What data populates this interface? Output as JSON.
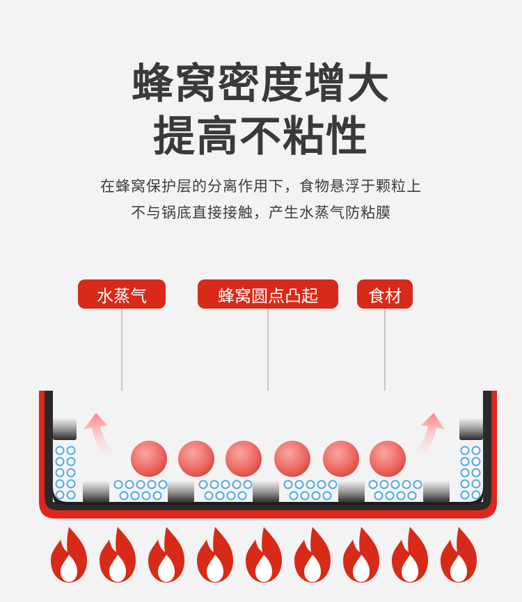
{
  "headline": {
    "line1": "蜂窝密度增大",
    "line2": "提高不粘性"
  },
  "subtitle": {
    "line1": "在蜂窝保护层的分离作用下，食物悬浮于颗粒上",
    "line2": "不与锅底直接接触，产生水蒸气防粘膜"
  },
  "labels": {
    "steam": "水蒸气",
    "honeycomb_dots": "蜂窝圆点凸起",
    "food": "食材"
  },
  "colors": {
    "accent_red": "#d72a18",
    "headline": "#3a3a3a",
    "background": "#f3f3f3",
    "bubble_blue": "#4fa7e6",
    "food_ball": "#ee6e69"
  },
  "icons": [
    "flame-icon",
    "steam-arrow-icon"
  ]
}
